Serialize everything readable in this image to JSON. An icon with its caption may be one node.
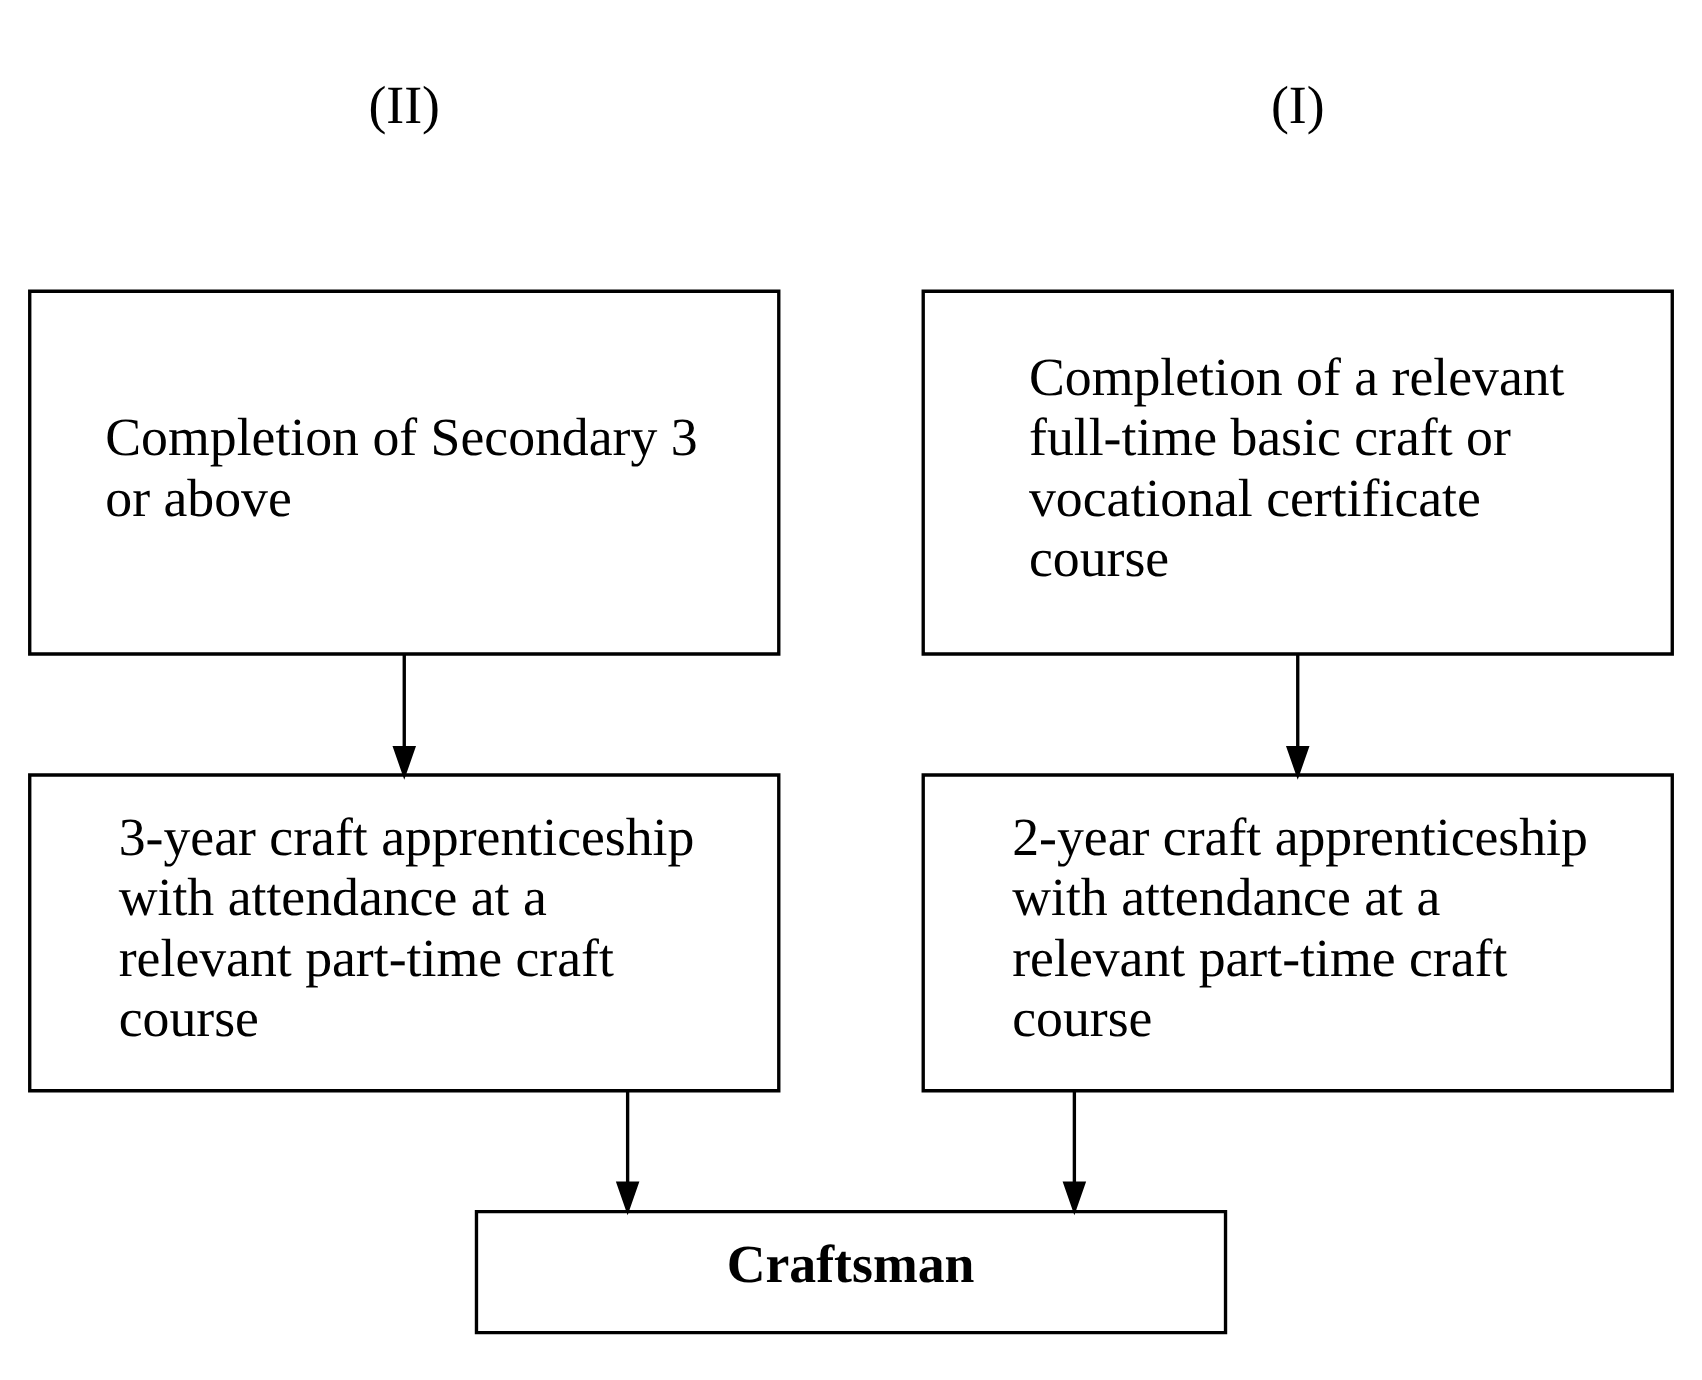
{
  "diagram": {
    "nodes": [
      {
        "text": [
          "Completion of a relevant full-time basic craft or vocational certificate course"
        ]
      },
      {
        "text": [
          "Completion of Secondary 3 or above"
        ]
      },
      {
        "text": [
          "2-year craft apprenticeship with attendance at a relevant part-time craft course"
        ]
      },
      {
        "text": [
          "3-year craft apprenticeship with attendance at a relevant part-time craft course"
        ]
      },
      {
        "text": [
          "Craftsman"
        ]
      }
    ],
    "edges": [
      {
        "from": 0,
        "to": 2,
        "arrow": "to"
      },
      {
        "from": 1,
        "to": 3,
        "arrow": "to"
      },
      {
        "from": 2,
        "to": 4,
        "arrow": "to"
      },
      {
        "from": 3,
        "to": 4,
        "arrow": "to"
      }
    ],
    "labels": [
      "(I)",
      "(II)"
    ]
  }
}
